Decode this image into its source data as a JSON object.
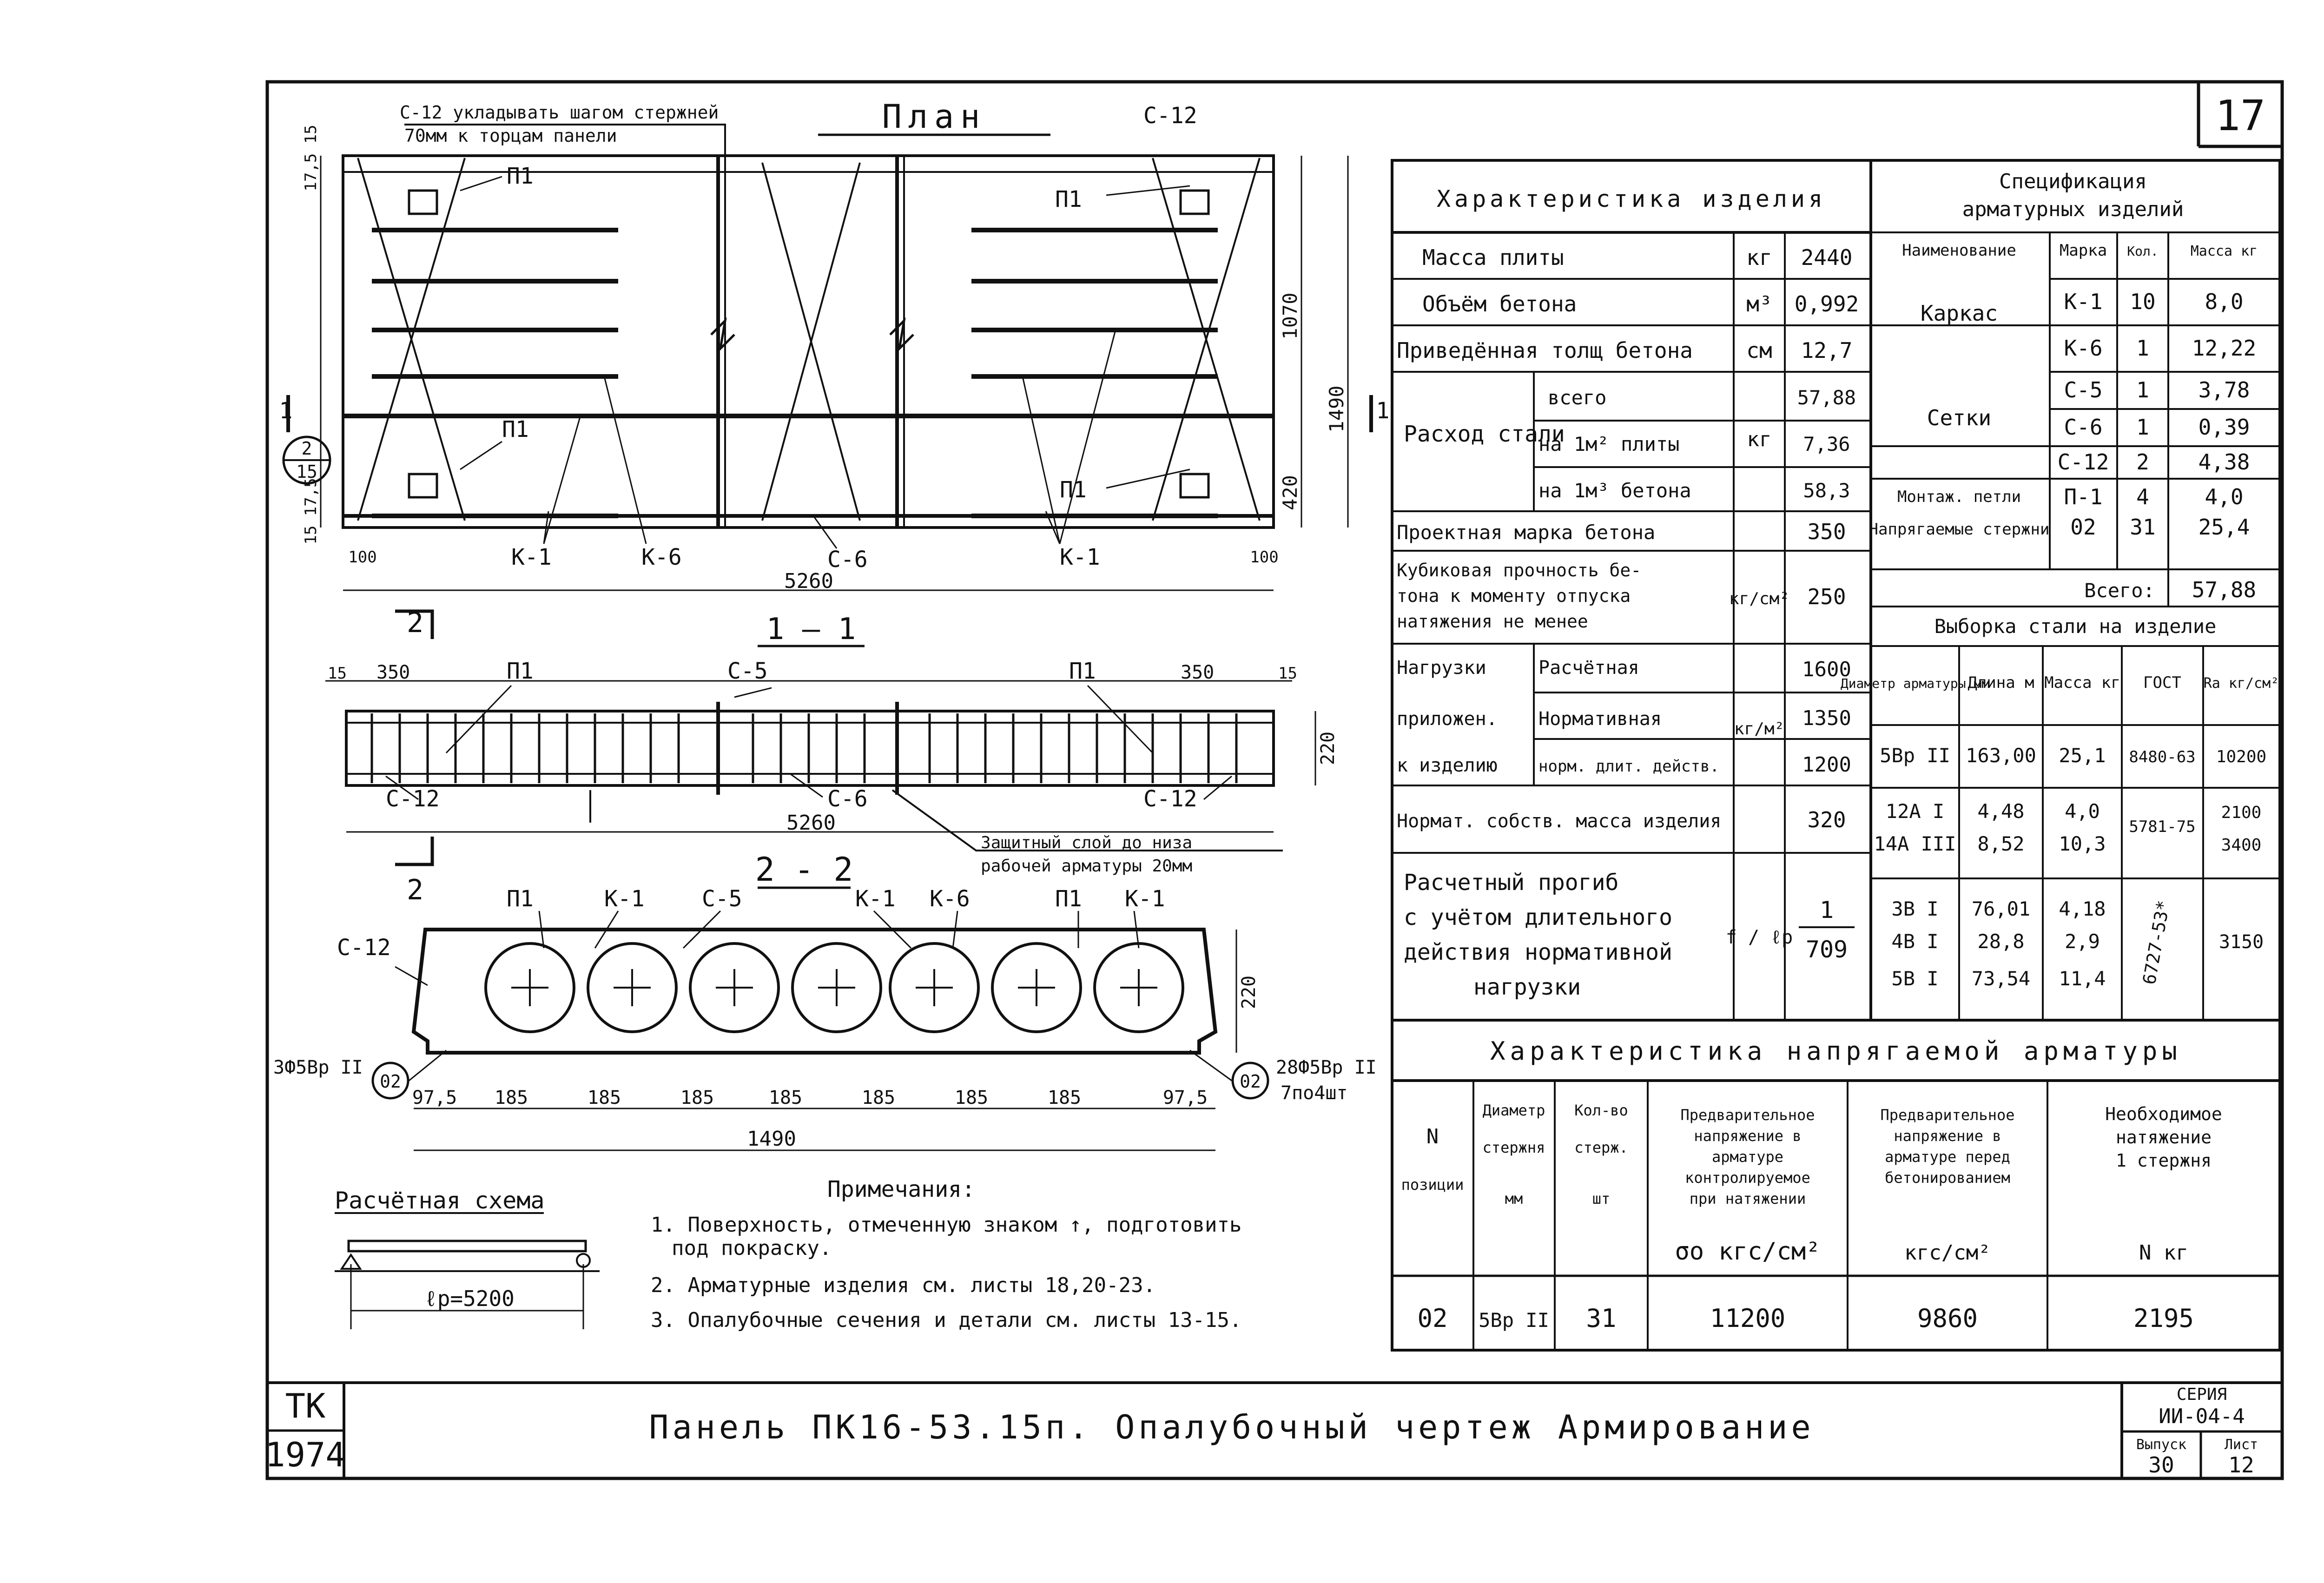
{
  "sheet": {
    "number": "17",
    "title": "Панель ПК16-53.15п. Опалубочный чертеж Армирование",
    "stamp": [
      "ТК",
      "1974"
    ],
    "series_label": "СЕРИЯ",
    "series_value": "ИИ-04-4",
    "issue_label": "Выпуск",
    "issue_value": "30",
    "page_label": "Лист",
    "page_value": "12"
  },
  "plan": {
    "title": "План",
    "note_line1": "С-12 укладывать шагом стержней",
    "note_line2": "70мм к торцам панели",
    "labels": [
      "С-12",
      "П1",
      "П1",
      "П1",
      "П1",
      "К-1",
      "К-6",
      "С-6",
      "К-1"
    ],
    "dims": {
      "total_length": "5260",
      "width_total": "1490",
      "width_upper": "1070",
      "width_lower": "420",
      "end_left": "100",
      "end_right": "100",
      "left_top": "17,5 15",
      "left_bottom": "15 17,5"
    },
    "section_mark": "1",
    "ref_num": "2",
    "ref_den": "15"
  },
  "section11": {
    "title": "1 — 1",
    "labels": [
      "П1",
      "С-5",
      "П1",
      "С-12",
      "С-6",
      "С-12"
    ],
    "dims": {
      "d15a": "15",
      "d350a": "350",
      "d350b": "350",
      "d15b": "15",
      "length": "5260",
      "height": "220"
    },
    "note_line1": "Защитный слой до низа",
    "note_line2": "рабочей арматуры 20мм",
    "section_mark": "2"
  },
  "section22": {
    "title": "2 - 2",
    "labels": [
      "П1",
      "К-1",
      "С-5",
      "К-1",
      "К-6",
      "П1",
      "К-1",
      "С-12"
    ],
    "left_tendon": "3Ф5Вр II",
    "right_tendon": "28Ф5Вр II",
    "right_tendon_2": "7по4шт",
    "tendon_mark": "02",
    "dims": [
      "97,5",
      "185",
      "185",
      "185",
      "185",
      "185",
      "185",
      "185",
      "97,5"
    ],
    "total_width": "1490",
    "height": "220"
  },
  "calc_scheme": {
    "title": "Расчётная схема",
    "span": "ℓр=5200"
  },
  "notes": {
    "title": "Примечания:",
    "items": [
      "1. Поверхность, отмеченную знаком ↑, подготовить",
      "под покраску.",
      "2. Арматурные изделия см. листы 18,20-23.",
      "3. Опалубочные сечения и детали см. листы 13-15."
    ]
  },
  "char_table": {
    "header": "Характеристика изделия",
    "rows": [
      {
        "name": "Масса плиты",
        "unit": "кг",
        "value": "2440"
      },
      {
        "name": "Объём бетона",
        "unit": "м³",
        "value": "0,992"
      },
      {
        "name": "Приведённая толщ бетона",
        "unit": "см",
        "value": "12,7"
      }
    ],
    "steel_label": "Расход стали",
    "steel_unit": "кг",
    "steel_rows": [
      {
        "name": "всего",
        "value": "57,88"
      },
      {
        "name": "на 1м² плиты",
        "value": "7,36"
      },
      {
        "name": "на 1м³ бетона",
        "value": "58,3"
      }
    ],
    "concrete_grade": {
      "name": "Проектная марка бетона",
      "value": "350"
    },
    "strength_lines": [
      "Кубиковая прочность бе-",
      "тона к моменту отпуска",
      "натяжения не менее"
    ],
    "strength_unit": "кг/см²",
    "strength_value": "250",
    "loads_lines": [
      "Нагрузки",
      "приложен.",
      "к изделию"
    ],
    "loads_unit": "кг/м²",
    "loads": [
      {
        "name": "Расчётная",
        "value": "1600"
      },
      {
        "name": "Нормативная",
        "value": "1350"
      },
      {
        "name": "норм. длит. действ.",
        "value": "1200"
      }
    ],
    "self_weight": {
      "name": "Нормат. собств. масса изделия",
      "value": "320"
    },
    "deflection_lines": [
      "Расчетный прогиб",
      "с учётом длительного",
      "действия нормативной",
      "нагрузки"
    ],
    "deflection_unit": "f / ℓр",
    "deflection_num": "1",
    "deflection_den": "709"
  },
  "spec_table": {
    "header_1": "Спецификация",
    "header_2": "арматурных изделий",
    "columns": [
      "Наименование",
      "Марка",
      "Кол.",
      "Масса кг"
    ],
    "groups": [
      {
        "name": "Каркас",
        "rows": [
          {
            "mark": "К-1",
            "qty": "10",
            "mass": "8,0"
          },
          {
            "mark": "К-6",
            "qty": "1",
            "mass": "12,22"
          }
        ]
      },
      {
        "name": "Сетки",
        "rows": [
          {
            "mark": "С-5",
            "qty": "1",
            "mass": "3,78"
          },
          {
            "mark": "С-6",
            "qty": "1",
            "mass": "0,39"
          },
          {
            "mark": "С-12",
            "qty": "2",
            "mass": "4,38"
          }
        ]
      },
      {
        "name": "Монтаж. петли",
        "rows": [
          {
            "mark": "П-1",
            "qty": "4",
            "mass": "4,0"
          }
        ]
      },
      {
        "name": "Напрягаемые стержни",
        "rows": [
          {
            "mark": "02",
            "qty": "31",
            "mass": "25,4"
          }
        ]
      }
    ],
    "total_label": "Всего:",
    "total_value": "57,88"
  },
  "steel_selection": {
    "header": "Выборка стали на изделие",
    "columns": [
      "Диаметр арматуры мм",
      "Длина м",
      "Масса кг",
      "ГОСТ",
      "Ra кг/см²"
    ],
    "rows": [
      {
        "dia": "5Вр II",
        "len": "163,00",
        "mass": "25,1",
        "gost": "8480-63",
        "ra": "10200"
      },
      {
        "dia": "12А I",
        "len": "4,48",
        "mass": "4,0",
        "gost": "5781-75",
        "ra": "2100"
      },
      {
        "dia": "14А III",
        "len": "8,52",
        "mass": "10,3",
        "gost": "",
        "ra": "3400"
      },
      {
        "dia": "3В I",
        "len": "76,01",
        "mass": "4,18",
        "gost": "6727-53*",
        "ra": "3150"
      },
      {
        "dia": "4В I",
        "len": "28,8",
        "mass": "2,9",
        "gost": "",
        "ra": ""
      },
      {
        "dia": "5В I",
        "len": "73,54",
        "mass": "11,4",
        "gost": "",
        "ra": ""
      }
    ]
  },
  "tension_table": {
    "header": "Характеристика напрягаемой арматуры",
    "columns": [
      [
        "N",
        "позиции"
      ],
      [
        "Диаметр",
        "стержня",
        "мм"
      ],
      [
        "Кол-во",
        "стерж.",
        "шт"
      ],
      [
        "Предварительное",
        "напряжение в",
        "арматуре",
        "контролируемое",
        "при натяжении"
      ],
      [
        "Предварительное",
        "напряжение в",
        "арматуре перед",
        "бетонированием"
      ],
      [
        "Необходимое",
        "натяжение",
        "1 стержня"
      ]
    ],
    "units": [
      "",
      "",
      "",
      "σо кгс/см²",
      "кгс/см²",
      "N кг"
    ],
    "row": [
      "02",
      "5Вр II",
      "31",
      "11200",
      "9860",
      "2195"
    ]
  }
}
